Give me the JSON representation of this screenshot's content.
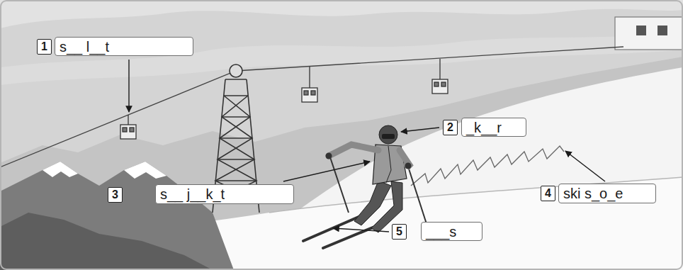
{
  "diagram": {
    "nodes": [
      {
        "text": [
          "1"
        ]
      },
      {
        "text": [
          "s__ l__t"
        ]
      },
      {
        "text": [
          "2"
        ]
      },
      {
        "text": [
          "_k__r"
        ]
      },
      {
        "text": [
          "3"
        ]
      },
      {
        "text": [
          "s__ j__k_t"
        ]
      },
      {
        "text": [
          "4"
        ]
      },
      {
        "text": [
          "ski s_o_e"
        ]
      },
      {
        "text": [
          "5"
        ]
      },
      {
        "text": [
          "___s"
        ]
      }
    ]
  }
}
